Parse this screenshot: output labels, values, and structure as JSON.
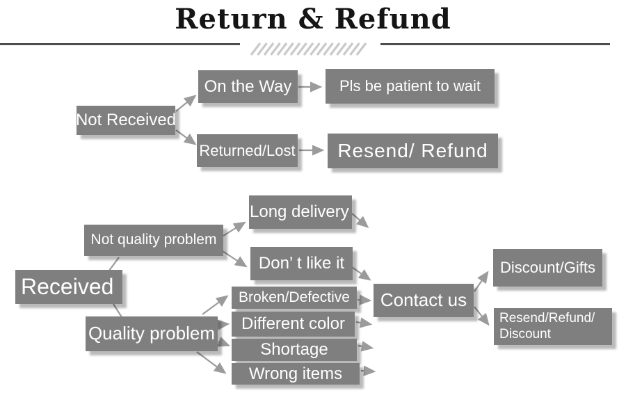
{
  "title": "Return & Refund",
  "nodes": {
    "not_received": "Not Received",
    "on_the_way": "On the Way",
    "pls_wait": "Pls be patient to wait",
    "returned_lost": "Returned/Lost",
    "resend_refund": "Resend/ Refund",
    "received": "Received",
    "not_quality_problem": "Not quality problem",
    "long_delivery": "Long delivery",
    "dont_like_it": "Don’ t like it",
    "quality_problem": "Quality problem",
    "broken_defective": "Broken/Defective",
    "different_color": "Different color",
    "shortage": "Shortage",
    "wrong_items": "Wrong items",
    "contact_us": "Contact us",
    "discount_gifts": "Discount/Gifts",
    "resend_refund_discount": "Resend/Refund/\nDiscount"
  },
  "edges": [
    {
      "from": "Not Received",
      "to": "On the Way"
    },
    {
      "from": "On the Way",
      "to": "Pls be patient to wait"
    },
    {
      "from": "Not Received",
      "to": "Returned/Lost"
    },
    {
      "from": "Returned/Lost",
      "to": "Resend/ Refund"
    },
    {
      "from": "Received",
      "to": "Not quality problem"
    },
    {
      "from": "Received",
      "to": "Quality problem"
    },
    {
      "from": "Not quality problem",
      "to": "Long delivery"
    },
    {
      "from": "Not quality problem",
      "to": "Don’ t like it"
    },
    {
      "from": "Don’ t like it",
      "to": "Contact us"
    },
    {
      "from": "Quality problem",
      "to": "Broken/Defective"
    },
    {
      "from": "Quality problem",
      "to": "Different color"
    },
    {
      "from": "Quality problem",
      "to": "Shortage"
    },
    {
      "from": "Quality problem",
      "to": "Wrong items"
    },
    {
      "from": "Broken/Defective",
      "to": "Contact us"
    },
    {
      "from": "Different color",
      "to": "Contact us"
    },
    {
      "from": "Shortage",
      "to": "Contact us"
    },
    {
      "from": "Wrong items",
      "to": "Contact us"
    },
    {
      "from": "Contact us",
      "to": "Discount/Gifts"
    },
    {
      "from": "Contact us",
      "to": "Resend/Refund/\nDiscount"
    }
  ],
  "colors": {
    "box_fill": "#7f7f7f",
    "box_text": "#ffffff",
    "arrow": "#9b9b9b",
    "title_text": "#151515",
    "divider": "#4e4e4e",
    "hatch": "#c9c9c9",
    "background": "#ffffff"
  }
}
